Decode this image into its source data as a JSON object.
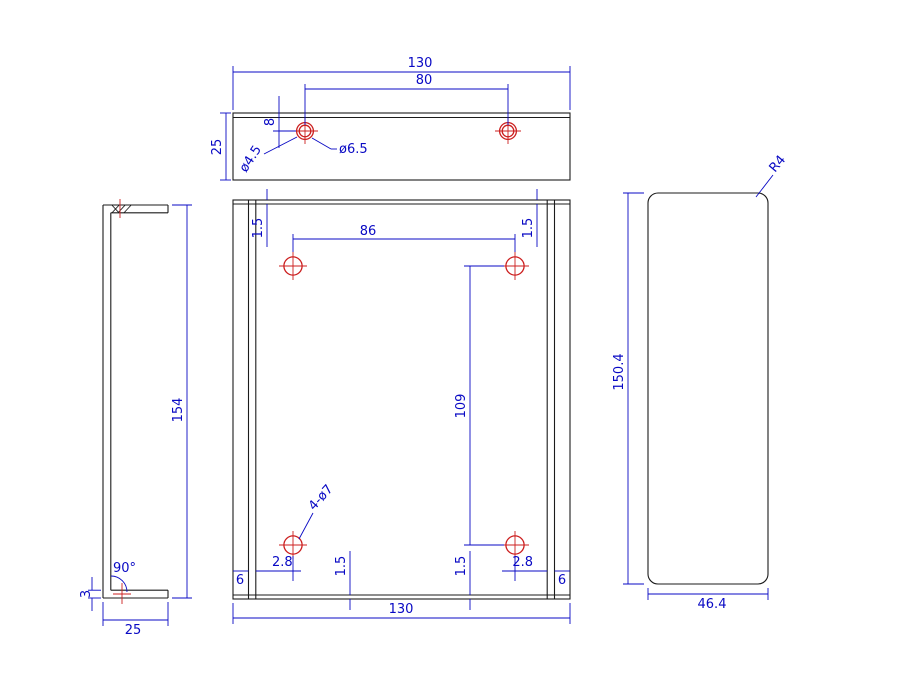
{
  "colors": {
    "geometry_line": "#1b1b1b",
    "dimension": "#0909c4",
    "hole_marker": "#cc1f1f",
    "background": "#ffffff"
  },
  "views": {
    "top": {
      "dims": {
        "width": "130",
        "hole_spacing": "80",
        "depth": "25",
        "hole_offset": "8",
        "hole_dia_inner": "ø4.5",
        "hole_dia_outer": "ø6.5"
      }
    },
    "front": {
      "dims": {
        "hole_spacing_h": "86",
        "hole_spacing_v": "109",
        "hole_callout": "4-ø7",
        "thickness_top_left": "1.5",
        "thickness_top_right": "1.5",
        "thickness_bottom_left": "1.5",
        "thickness_bottom_right": "1.5",
        "bend_left": "2.8",
        "bend_right": "2.8",
        "flange_left": "6",
        "flange_right": "6",
        "width": "130"
      }
    },
    "side_left": {
      "dims": {
        "height": "154",
        "bend_angle": "90°",
        "thickness": "3",
        "depth": "25"
      }
    },
    "side_right": {
      "dims": {
        "corner_radius": "R4",
        "height": "150.4",
        "width": "46.4"
      }
    }
  }
}
